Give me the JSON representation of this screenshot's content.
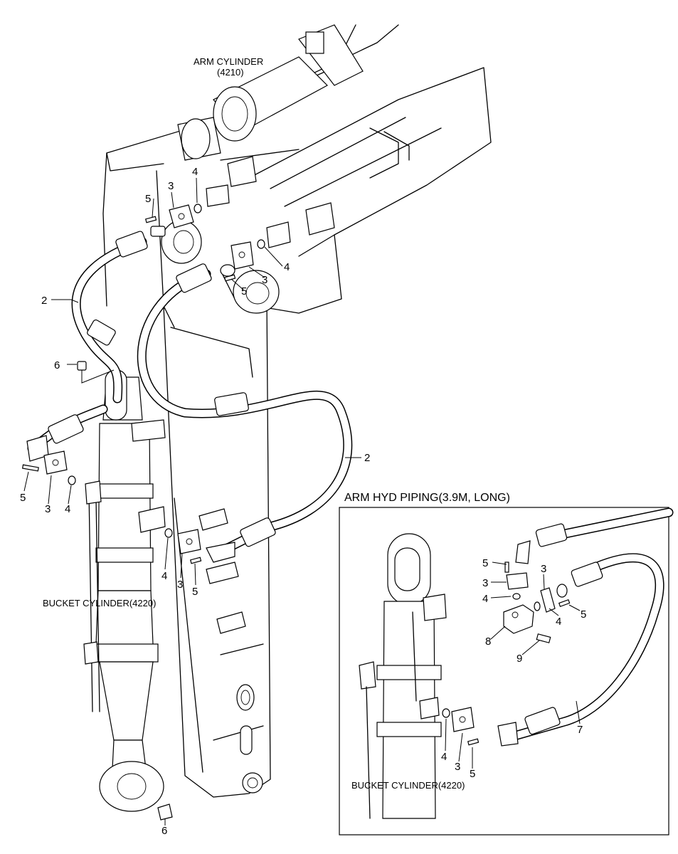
{
  "labels": {
    "arm_cylinder": "ARM CYLINDER",
    "arm_cylinder_code": "(4210)",
    "bucket_cylinder_main": "BUCKET CYLINDER(4220)",
    "inset_title": "ARM HYD PIPING(3.9M, LONG)",
    "bucket_cylinder_inset": "BUCKET CYLINDER(4220)"
  },
  "callouts": {
    "c2a": "2",
    "c2b": "2",
    "c3a": "3",
    "c3b": "3",
    "c3c": "3",
    "c3d": "3",
    "c4a": "4",
    "c4b": "4",
    "c4c": "4",
    "c4d": "4",
    "c5a": "5",
    "c5b": "5",
    "c5c": "5",
    "c5d": "5",
    "c6a": "6",
    "c6b": "6",
    "i3a": "3",
    "i3b": "3",
    "i3c": "3",
    "i4a": "4",
    "i4b": "4",
    "i4c": "4",
    "i5a": "5",
    "i5b": "5",
    "i5c": "5",
    "i7": "7",
    "i8": "8",
    "i9": "9"
  }
}
